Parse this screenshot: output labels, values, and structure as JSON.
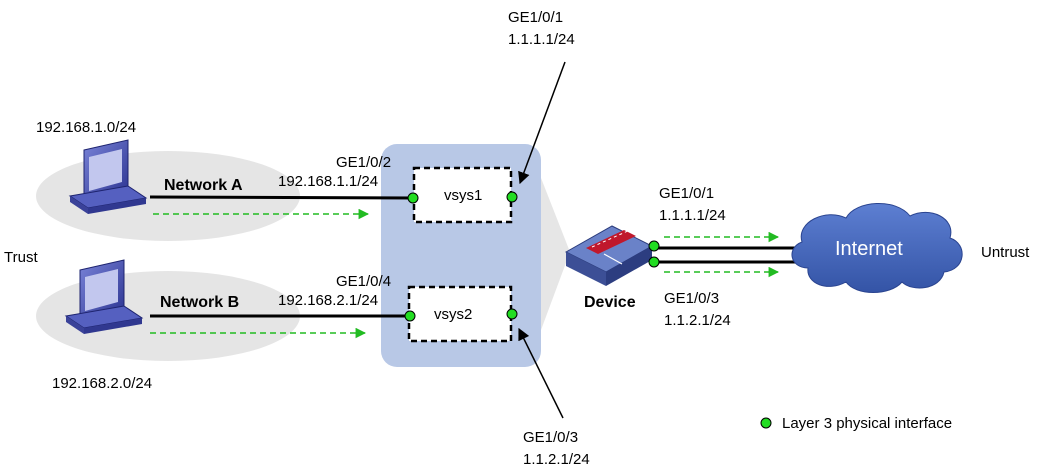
{
  "labels": {
    "net_a_subnet": "192.168.1.0/24",
    "net_b_subnet": "192.168.2.0/24",
    "trust": "Trust",
    "untrust": "Untrust",
    "network_a": "Network A",
    "network_b": "Network B",
    "ge102_name": "GE1/0/2",
    "ge102_ip": "192.168.1.1/24",
    "ge104_name": "GE1/0/4",
    "ge104_ip": "192.168.2.1/24",
    "vsys1": "vsys1",
    "vsys2": "vsys2",
    "top_ge101_name": "GE1/0/1",
    "top_ge101_ip": "1.1.1.1/24",
    "bottom_ge103_name": "GE1/0/3",
    "bottom_ge103_ip": "1.1.2.1/24",
    "right_ge101_name": "GE1/0/1",
    "right_ge101_ip": "1.1.1.1/24",
    "right_ge103_name": "GE1/0/3",
    "right_ge103_ip": "1.1.2.1/24",
    "device": "Device",
    "internet": "Internet",
    "legend": "Layer 3 physical interface"
  },
  "colors": {
    "interface_dot": "#22dd22",
    "flow_arrow": "#22bb22",
    "vsys_panel": "#b8c8e6",
    "zone_ellipse": "#e5e5e5",
    "cloud": "#4a6cc0"
  }
}
